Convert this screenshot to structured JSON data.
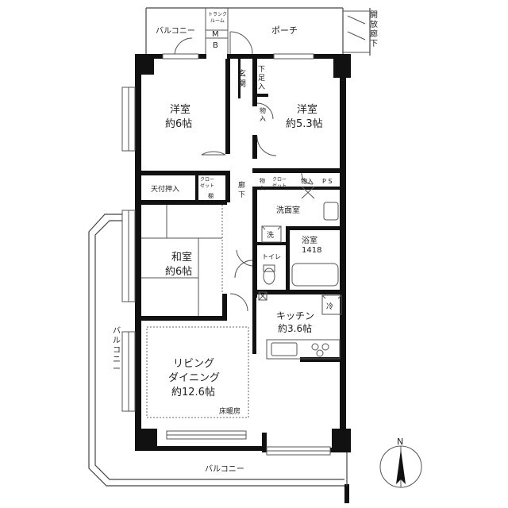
{
  "rooms": {
    "balcony_top": "バルコニー",
    "trunk_room": "トランク\nルーム",
    "mb": "M\nB",
    "porch": "ポーチ",
    "open_corridor": "開\n放\n廊\n下",
    "entrance": "玄\n関",
    "shoe_storage": "下\n足\n入",
    "western_room_1": {
      "name": "洋室",
      "size": "約6帖"
    },
    "western_room_2": {
      "name": "洋室",
      "size": "約5.3帖"
    },
    "storage_1": "物\n入",
    "ceiling_closet": "天付押入",
    "closet_left": "クロー\nゼット",
    "shelf": "棚",
    "hallway": "廊\n下",
    "storage_2": "物\n入",
    "closet_right": "クロー\nゼット",
    "storage_3": "物入",
    "ps": "P S",
    "washroom": "洗面室",
    "washer": "洗",
    "bathroom": {
      "name": "浴室",
      "size": "1418"
    },
    "toilet": "トイレ",
    "japanese_room": {
      "name": "和室",
      "size": "約6帖"
    },
    "kitchen": {
      "name": "キッチン",
      "size": "約3.6帖"
    },
    "fridge": "冷",
    "living": {
      "line1": "リビング",
      "line2": "ダイニング",
      "size": "約12.6帖"
    },
    "floor_heating": "床暖房",
    "balcony_left": "バルコニー",
    "balcony_bottom": "バルコニー"
  },
  "compass": {
    "label": "N"
  }
}
